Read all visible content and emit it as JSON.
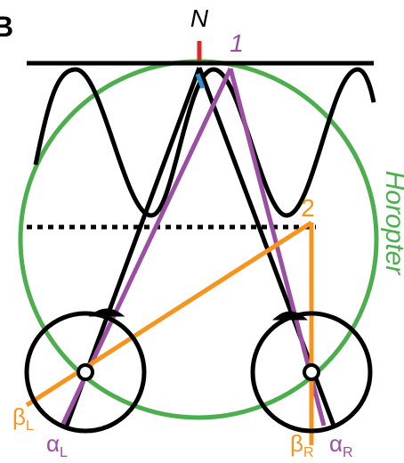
{
  "panel": {
    "label": "B"
  },
  "labels": {
    "n": "N",
    "point_1": "1",
    "point_2": "2",
    "horopter": "Horopter",
    "beta_left": "β",
    "beta_left_sub": "L",
    "alpha_left": "α",
    "alpha_left_sub": "L",
    "beta_right": "β",
    "beta_right_sub": "R",
    "alpha_right": "α",
    "alpha_right_sub": "R"
  },
  "colors": {
    "black": "#000000",
    "horopter_green": "#4cae4c",
    "purple": "#9b4fa3",
    "orange": "#f7941d",
    "red_marker": "#e0262b",
    "blue_marker": "#2f8fd0"
  }
}
